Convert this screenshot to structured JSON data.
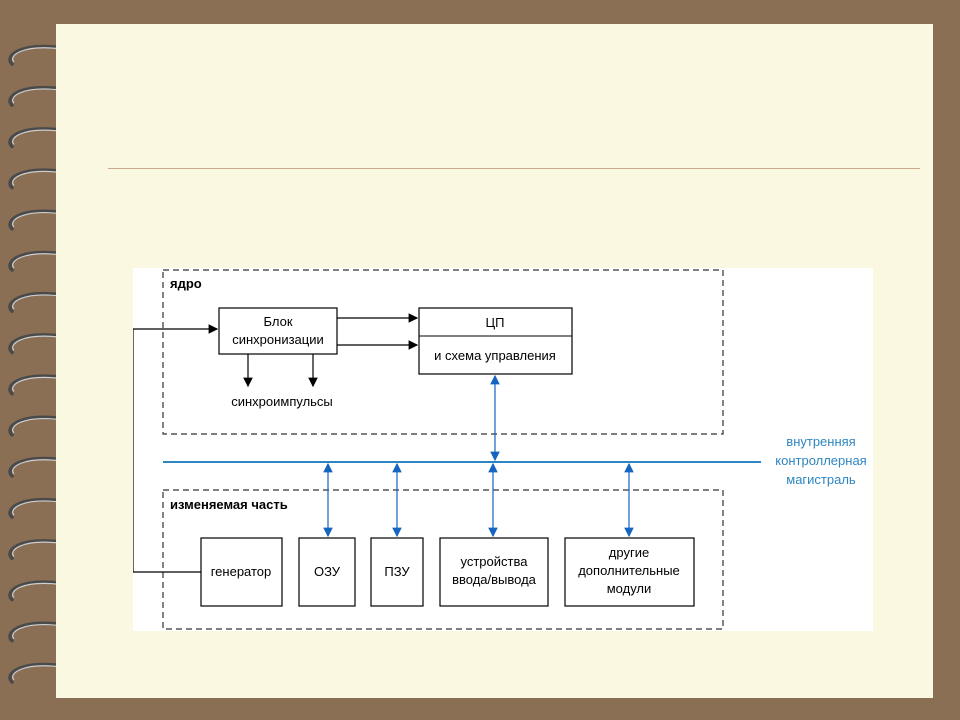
{
  "slide": {
    "background_color": "#8a6f55",
    "paper_color": "#fbf8e1",
    "rule_color": "#c9a98a"
  },
  "diagram": {
    "core_label": "ядро",
    "changeable_label": "изменяемая часть",
    "sync_block": {
      "line1": "Блок",
      "line2": "синхронизации"
    },
    "cpu_block": {
      "line1": "ЦП",
      "line2": "и схема управления"
    },
    "sync_pulses": "синхроимпульсы",
    "bus_label": {
      "line1": "внутренняя",
      "line2": "контроллерная",
      "line3": "магистраль"
    },
    "modules": {
      "generator": "генератор",
      "ram": "ОЗУ",
      "rom": "ПЗУ",
      "io": {
        "line1": "устройства",
        "line2": "ввода/вывода"
      },
      "other": {
        "line1": "другие",
        "line2": "дополнительные",
        "line3": "модули"
      }
    },
    "bus_color": "#2e86c1",
    "arrow_color": "#1565c0"
  }
}
